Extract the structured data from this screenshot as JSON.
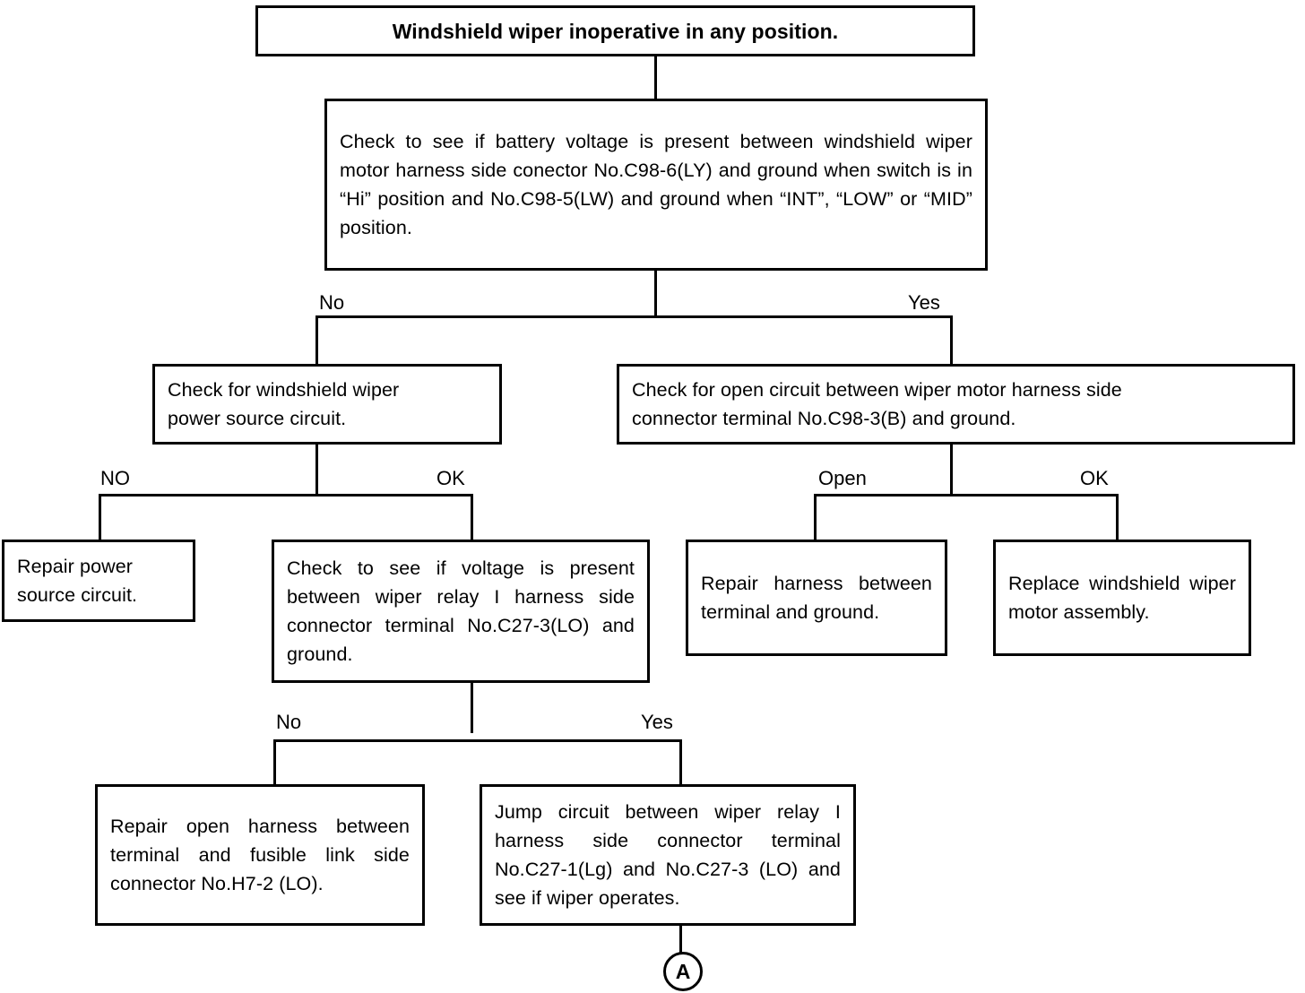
{
  "document": {
    "kind": "troubleshooting-flowchart",
    "title": "Windshield wiper inoperative in any position."
  },
  "nodes": {
    "symptom": {
      "label": "Windshield wiper inoperative in any position."
    },
    "check_battery_voltage": {
      "label": "Check to see if battery voltage is present between windshield wiper motor harness side conector No.C98-6(LY) and ground when switch is in “Hi” position and No.C98-5(LW) and ground when “INT”, “LOW” or “MID” position."
    },
    "check_power_source": {
      "label": "Check for windshield wiper\npower source circuit."
    },
    "check_open_circuit": {
      "label": "Check for open circuit between wiper motor harness side\nconnector terminal No.C98-3(B) and ground."
    },
    "repair_power_source": {
      "label": "Repair power\nsource circuit."
    },
    "check_relay_voltage": {
      "label": "Check to see if voltage is present between wiper relay I harness side connector terminal No.C27-3(LO) and ground."
    },
    "repair_harness_ground": {
      "label": "Repair harness between terminal and ground."
    },
    "replace_motor": {
      "label": "Replace windshield wiper motor assembly."
    },
    "repair_open_harness": {
      "label": "Repair open harness between terminal and fusible link side connector No.H7-2 (LO)."
    },
    "jump_circuit": {
      "label": "Jump circuit between wiper relay I harness side connector terminal No.C27-1(Lg) and No.C27-3 (LO) and see if wiper operates."
    },
    "connector_a": {
      "label": "A"
    }
  },
  "edge_labels": {
    "battery_no": "No",
    "battery_yes": "Yes",
    "power_no": "NO",
    "power_ok": "OK",
    "open_circuit_open": "Open",
    "open_circuit_ok": "OK",
    "relay_no": "No",
    "relay_yes": "Yes"
  },
  "colors": {
    "ink": "#000000",
    "paper": "#ffffff"
  }
}
